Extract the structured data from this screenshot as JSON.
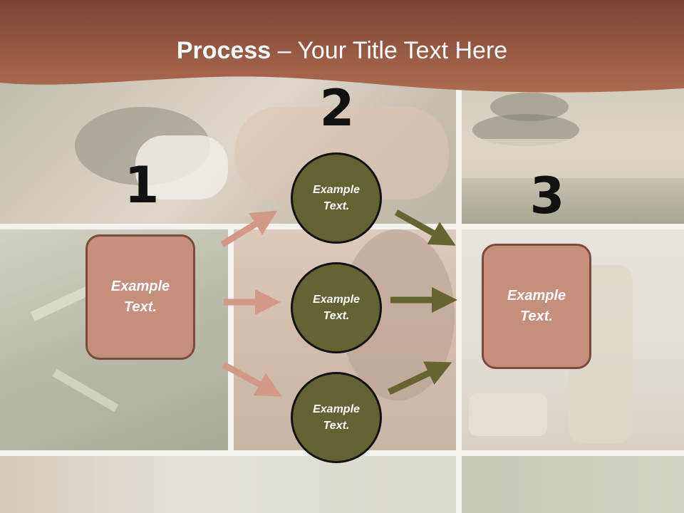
{
  "title": {
    "bold": "Process",
    "rest": " – Your Title Text Here"
  },
  "steps": [
    {
      "number": "1",
      "text": "Example Text."
    },
    {
      "number": "2",
      "items": [
        {
          "text": "Example Text."
        },
        {
          "text": "Example Text."
        },
        {
          "text": "Example Text."
        }
      ]
    },
    {
      "number": "3",
      "text": "Example Text."
    }
  ],
  "colors": {
    "banner": "#a8644a",
    "box_fill": "#c58f7c",
    "box_border": "#7c4b3c",
    "circle_fill": "#636232",
    "arrow_pink": "#d29a86",
    "arrow_olive": "#656532"
  }
}
